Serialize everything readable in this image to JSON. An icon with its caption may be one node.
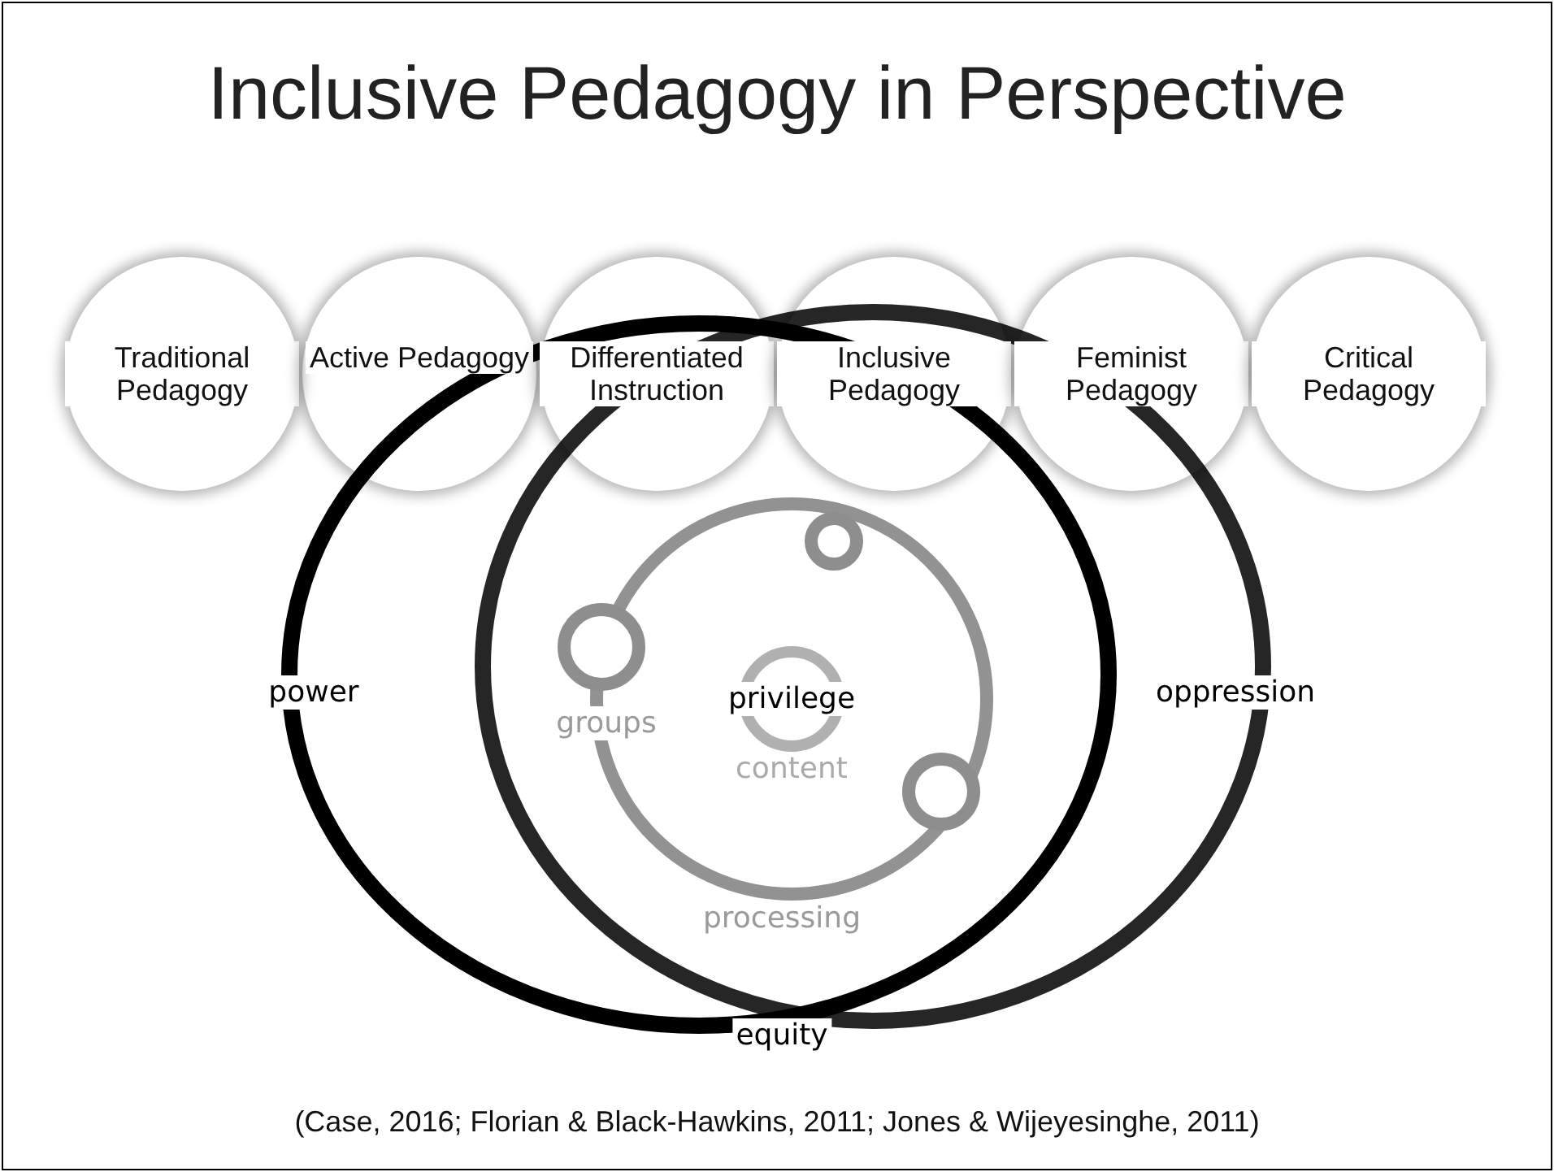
{
  "diagram": {
    "title": "Inclusive Pedagogy in Perspective",
    "caption": "(Case, 2016; Florian & Black-Hawkins, 2011; Jones & Wijeyesinghe, 2011)",
    "nodes": [
      {
        "text": [
          "Traditional Pedagogy"
        ]
      },
      {
        "text": [
          "Active Pedagogy"
        ]
      },
      {
        "text": [
          "Differentiated Instruction"
        ]
      },
      {
        "text": [
          "Inclusive Pedagogy"
        ]
      },
      {
        "text": [
          "Feminist Pedagogy"
        ]
      },
      {
        "text": [
          "Critical Pedagogy"
        ]
      }
    ],
    "edges": [],
    "labels": [
      "power",
      "privilege",
      "oppression",
      "groups",
      "content",
      "processing",
      "equity"
    ]
  }
}
